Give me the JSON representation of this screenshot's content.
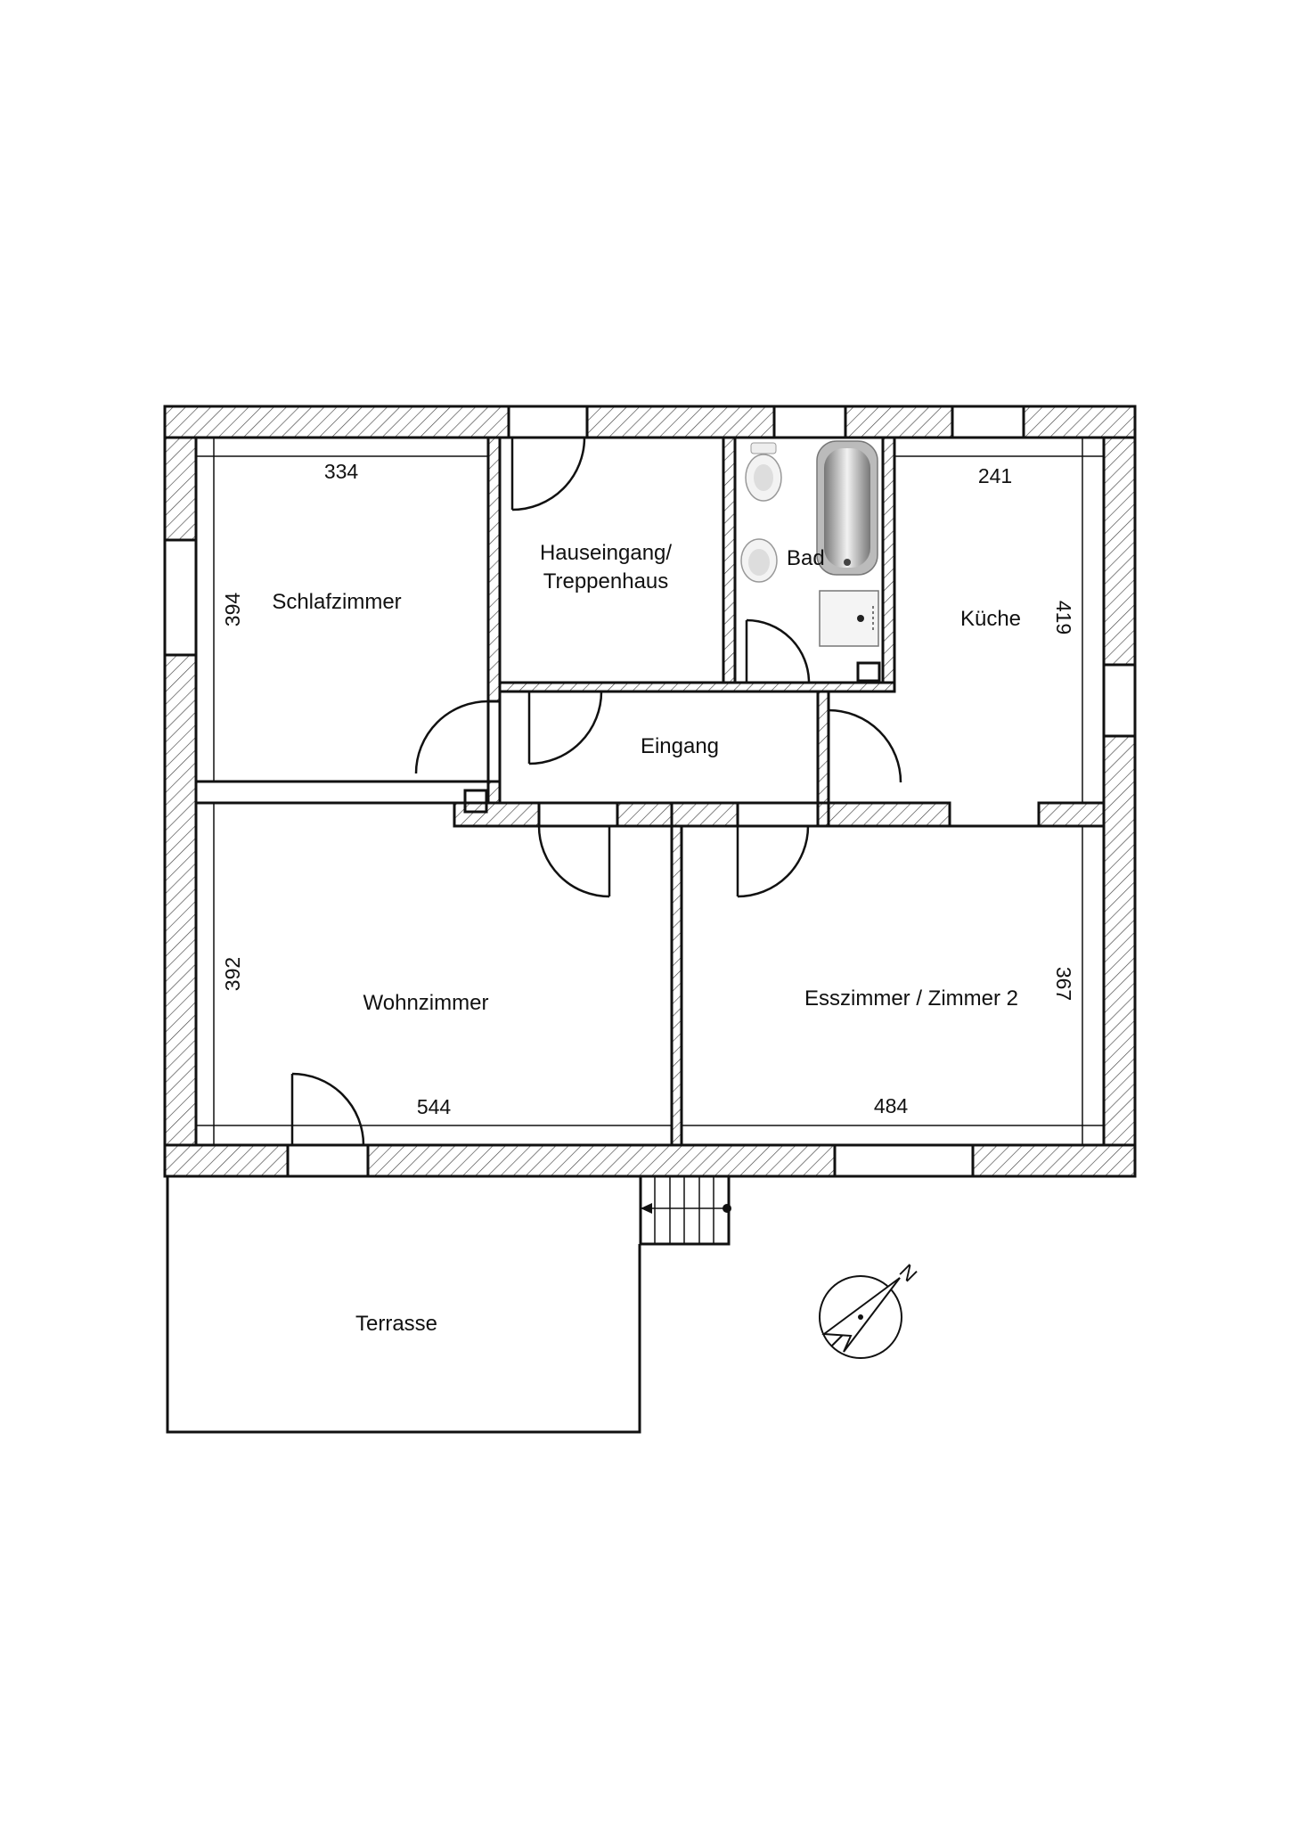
{
  "rooms": {
    "schlafzimmer": "Schlafzimmer",
    "hauseingang_line1": "Hauseingang/",
    "hauseingang_line2": "Treppenhaus",
    "bad": "Bad",
    "kueche": "Küche",
    "eingang": "Eingang",
    "wohnzimmer": "Wohnzimmer",
    "esszimmer": "Esszimmer / Zimmer 2",
    "terrasse": "Terrasse"
  },
  "dimensions": {
    "schlafzimmer_width": "334",
    "schlafzimmer_depth": "394",
    "kueche_width": "241",
    "kueche_depth": "419",
    "wohnzimmer_width": "544",
    "wohnzimmer_depth": "392",
    "esszimmer_width": "484",
    "esszimmer_depth": "367"
  },
  "north_arrow": {
    "label": "N",
    "icon": "north-arrow-icon"
  },
  "colors": {
    "line": "#111111",
    "hatch": "#444444",
    "background": "#ffffff"
  }
}
